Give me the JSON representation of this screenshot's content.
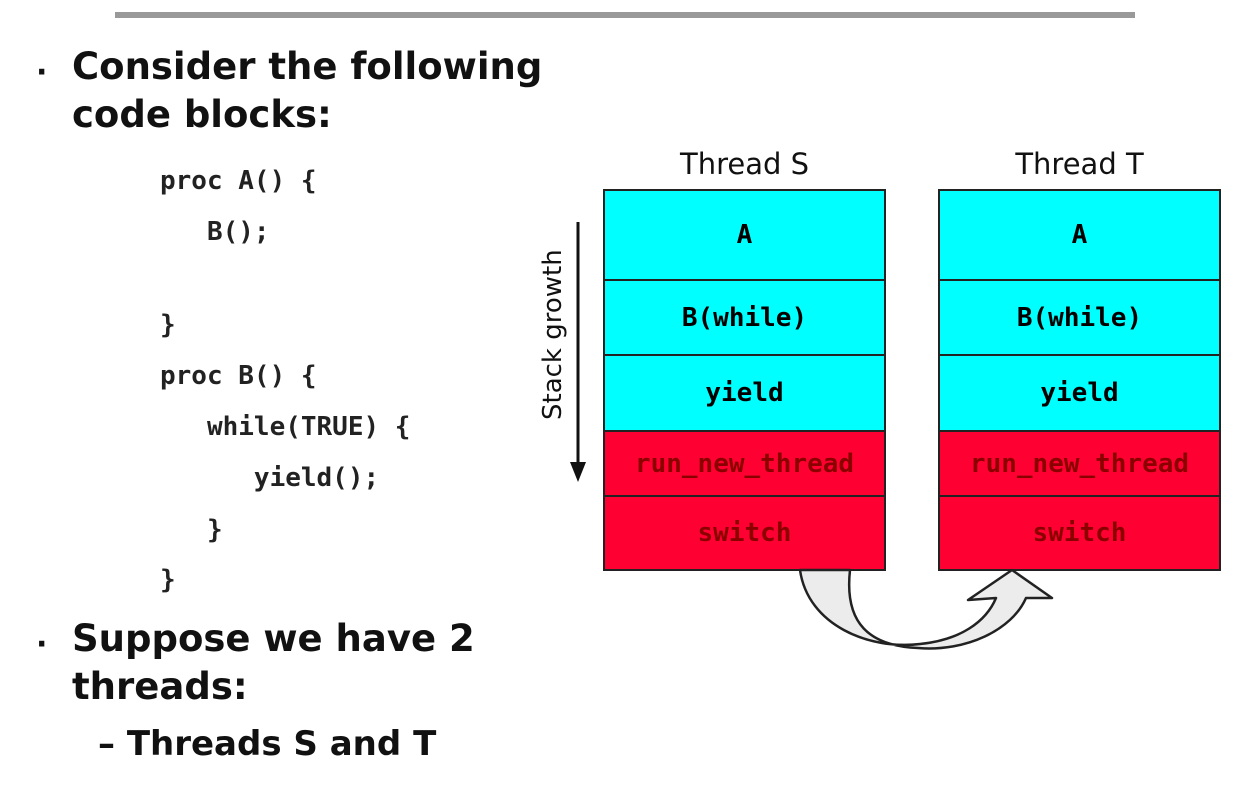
{
  "bullets": [
    {
      "lines": [
        "Consider the following",
        "code blocks:"
      ]
    },
    {
      "lines": [
        "Suppose we have 2",
        "threads:"
      ]
    }
  ],
  "sub_bullet": "– Threads S and T",
  "code": [
    "proc A() {",
    "   B();",
    "",
    "}",
    "proc B() {",
    "   while(TRUE) {",
    "      yield();",
    "   }",
    "}"
  ],
  "diagram": {
    "stack_growth_label": "Stack growth",
    "colors": {
      "upper_frame": "#00ffff",
      "lower_frame": "#ff0033",
      "lower_text": "#8a0000"
    },
    "threads": [
      {
        "title": "Thread S",
        "frames": [
          "A",
          "B(while)",
          "yield",
          "run_new_thread",
          "switch"
        ]
      },
      {
        "title": "Thread T",
        "frames": [
          "A",
          "B(while)",
          "yield",
          "run_new_thread",
          "switch"
        ]
      }
    ],
    "arrow_icon": "curved-switch-arrow-icon"
  }
}
